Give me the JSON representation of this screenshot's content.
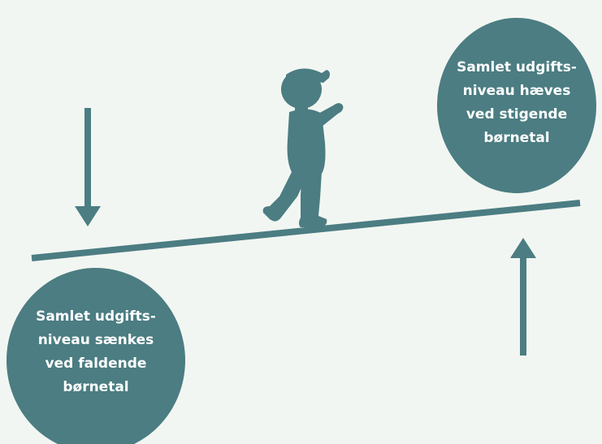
{
  "diagram": {
    "colors": {
      "background": "#f2f6f2",
      "accent": "#4b7d82",
      "text_on_accent": "#ffffff"
    },
    "right_bubble": {
      "lines": [
        "Samlet udgifts-",
        "niveau hæves",
        "ved stigende",
        "børnetal"
      ]
    },
    "left_bubble": {
      "lines": [
        "Samlet udgifts-",
        "niveau sænkes",
        "ved faldende",
        "børnetal"
      ]
    },
    "icons": {
      "down_arrow": "arrow-down-icon",
      "up_arrow": "arrow-up-icon",
      "child": "child-silhouette-icon",
      "seesaw": "seesaw-beam"
    }
  }
}
